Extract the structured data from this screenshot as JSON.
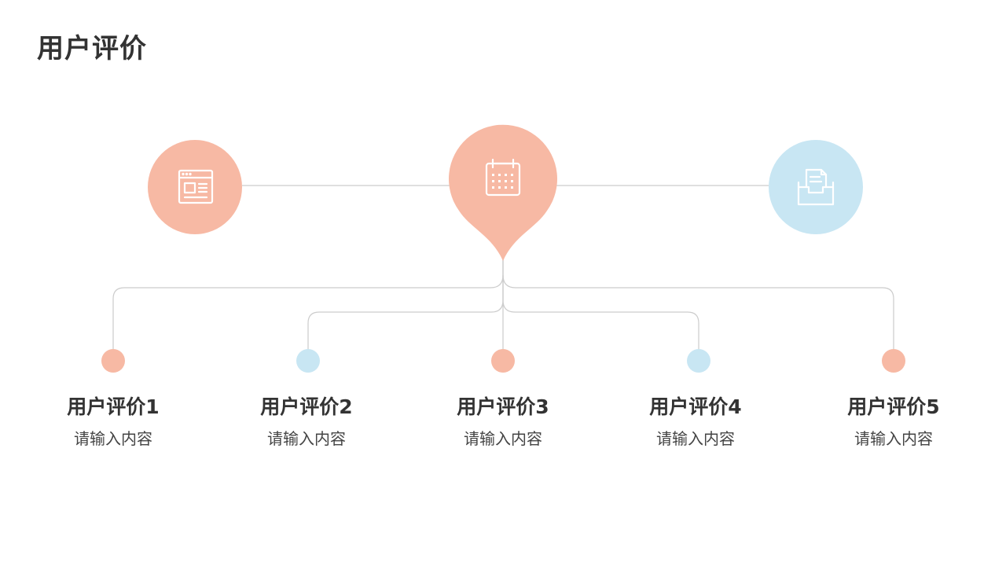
{
  "title": "用户评价",
  "colors": {
    "salmon": "#F7B9A4",
    "light_blue": "#C8E6F3",
    "line": "#CCCCCC",
    "text": "#333333"
  },
  "top_icons": [
    {
      "icon": "browser-window-icon",
      "color": "salmon"
    },
    {
      "icon": "calendar-icon",
      "color": "salmon"
    },
    {
      "icon": "inbox-tray-icon",
      "color": "light_blue"
    }
  ],
  "items": [
    {
      "title": "用户评价1",
      "desc": "请输入内容",
      "dot_color": "salmon"
    },
    {
      "title": "用户评价2",
      "desc": "请输入内容",
      "dot_color": "light_blue"
    },
    {
      "title": "用户评价3",
      "desc": "请输入内容",
      "dot_color": "salmon"
    },
    {
      "title": "用户评价4",
      "desc": "请输入内容",
      "dot_color": "light_blue"
    },
    {
      "title": "用户评价5",
      "desc": "请输入内容",
      "dot_color": "salmon"
    }
  ]
}
